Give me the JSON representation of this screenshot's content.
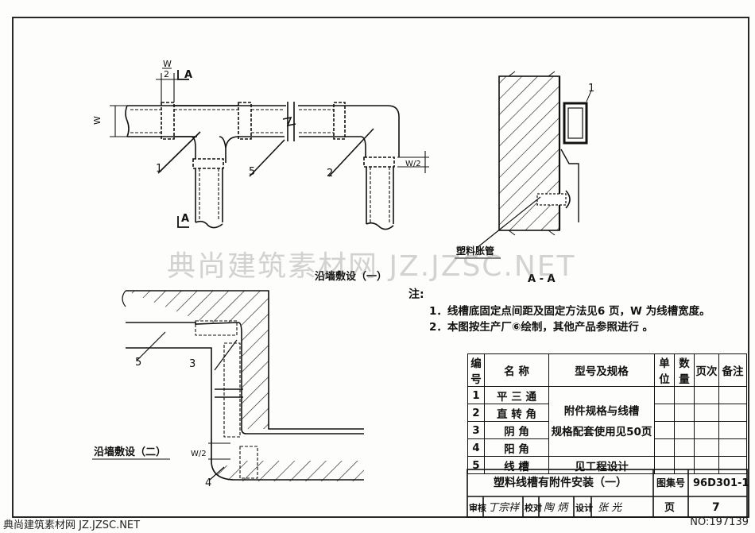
{
  "labels": {
    "w2_num": "W",
    "w2_den": "2",
    "section_a_top": "A",
    "section_a_bottom": "A",
    "w_dim": "W",
    "w2_dim": "W/2",
    "callout_1": "1",
    "callout_2": "2",
    "callout_3": "3",
    "callout_4": "4",
    "callout_5": "5",
    "section_callout_1": "1",
    "expansion_tube": "塑料胀管",
    "section_title": "A - A",
    "layout_1_title": "沿墙敷设（一）",
    "layout_2_title": "沿墙敷设（二）"
  },
  "notes": {
    "title": "注:",
    "line1": "1．线槽底固定点间距及固定方法见6 页，W 为线槽宽度。",
    "line2": "2．本图按生产厂⑥绘制，其他产品参照进行 。"
  },
  "table": {
    "headers": {
      "no": "编号",
      "name": "名  称",
      "spec": "型号及规格",
      "unit": "单位",
      "qty": "数量",
      "page": "页次",
      "remark": "备注"
    },
    "rows": [
      {
        "no": "1",
        "name": "平  三  通"
      },
      {
        "no": "2",
        "name": "直  转  角"
      },
      {
        "no": "3",
        "name": "阴        角"
      },
      {
        "no": "4",
        "name": "阳        角"
      },
      {
        "no": "5",
        "name": "线        槽"
      }
    ],
    "spec_merged_1": "附件规格与线槽",
    "spec_merged_2": "规格配套使用见50页",
    "spec_row5": "见工程设计"
  },
  "title_block": {
    "title": "塑料线槽有附件安装（一）",
    "atlas_label": "图集号",
    "atlas_no": "96D301-1",
    "page_label": "页",
    "page_no": "7",
    "review_label": "审核",
    "review_sign": "丁宗祥",
    "check_label": "校对",
    "check_sign": "陶 炳",
    "design_label": "设计",
    "design_sign": "张 光"
  },
  "watermark": "典尚建筑素材网  JZ.JZSC.NET",
  "footer_left": "典尚建筑素材网 JZ.JZSC.NET",
  "footer_right": "NO:197139"
}
